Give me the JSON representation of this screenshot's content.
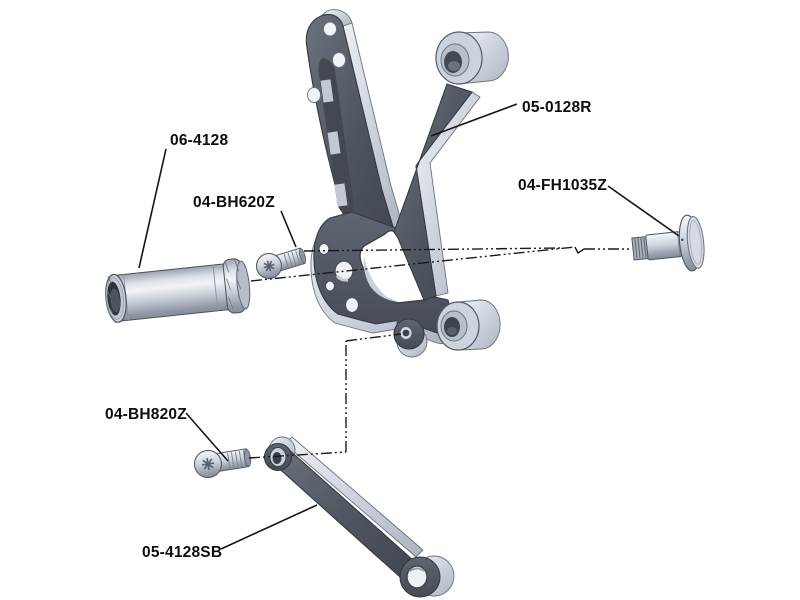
{
  "diagram": {
    "type": "exploded-assembly-drawing",
    "background": "#ffffff",
    "parts": [
      {
        "id": "spacer-sleeve",
        "label": "06-4128"
      },
      {
        "id": "button-head-screw-620",
        "label": "04-BH620Z"
      },
      {
        "id": "main-bracket",
        "label": "05-0128R"
      },
      {
        "id": "flange-head-bolt",
        "label": "04-FH1035Z"
      },
      {
        "id": "button-head-screw-820",
        "label": "04-BH820Z"
      },
      {
        "id": "shift-link-arm",
        "label": "05-4128SB"
      }
    ],
    "colors": {
      "line": "#1a1a1a",
      "label_text": "#0d0d0d",
      "face_dark": "#525863",
      "face_light": "#c6cdd9",
      "metal_highlight": "#f2f4f8",
      "metal_shadow": "#8a919e",
      "hole_fill": "#f0f3f7",
      "bore_dark": "#3c414b"
    }
  }
}
